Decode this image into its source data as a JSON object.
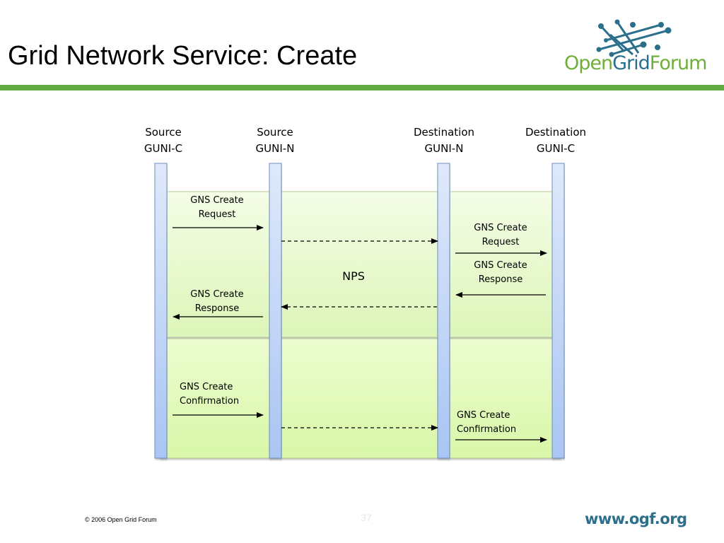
{
  "slide": {
    "title": "Grid Network Service: Create",
    "logo": {
      "part1": "Open",
      "part2": "Grid",
      "part3": "Forum",
      "icon": "grid-network-icon"
    },
    "footer": {
      "copyright": "© 2006 Open Grid Forum",
      "page_number": "37",
      "url": "www.ogf.org"
    },
    "colors": {
      "accent_green": "#62ab42",
      "brand_blue": "#2b6f8c",
      "region_fill": "#e3f8c0",
      "lifeline_fill": "#bcd2f5"
    }
  },
  "diagram": {
    "lifelines": [
      {
        "id": "src-c",
        "label": "Source\nGUNI-C"
      },
      {
        "id": "src-n",
        "label": "Source\nGUNI-N"
      },
      {
        "id": "dst-n",
        "label": "Destination\nGUNI-N"
      },
      {
        "id": "dst-c",
        "label": "Destination\nGUNI-C"
      }
    ],
    "regions": [
      {
        "name": "upper-region"
      },
      {
        "name": "lower-region"
      }
    ],
    "nps_label": "NPS",
    "messages": [
      {
        "label": "GNS Create\nRequest",
        "from": "src-c",
        "to": "src-n",
        "style": "solid"
      },
      {
        "label": "",
        "from": "src-n",
        "to": "dst-n",
        "style": "dashed"
      },
      {
        "label": "GNS Create\nRequest",
        "from": "dst-n",
        "to": "dst-c",
        "style": "solid"
      },
      {
        "label": "GNS Create\nResponse",
        "from": "dst-c",
        "to": "dst-n",
        "style": "solid"
      },
      {
        "label": "",
        "from": "dst-n",
        "to": "src-n",
        "style": "dashed"
      },
      {
        "label": "GNS Create\nResponse",
        "from": "src-n",
        "to": "src-c",
        "style": "solid"
      },
      {
        "label": "GNS Create\nConfirmation",
        "from": "src-c",
        "to": "src-n",
        "style": "solid"
      },
      {
        "label": "",
        "from": "src-n",
        "to": "dst-n",
        "style": "dashed"
      },
      {
        "label": "GNS Create\nConfirmation",
        "from": "dst-n",
        "to": "dst-c",
        "style": "solid"
      }
    ]
  }
}
